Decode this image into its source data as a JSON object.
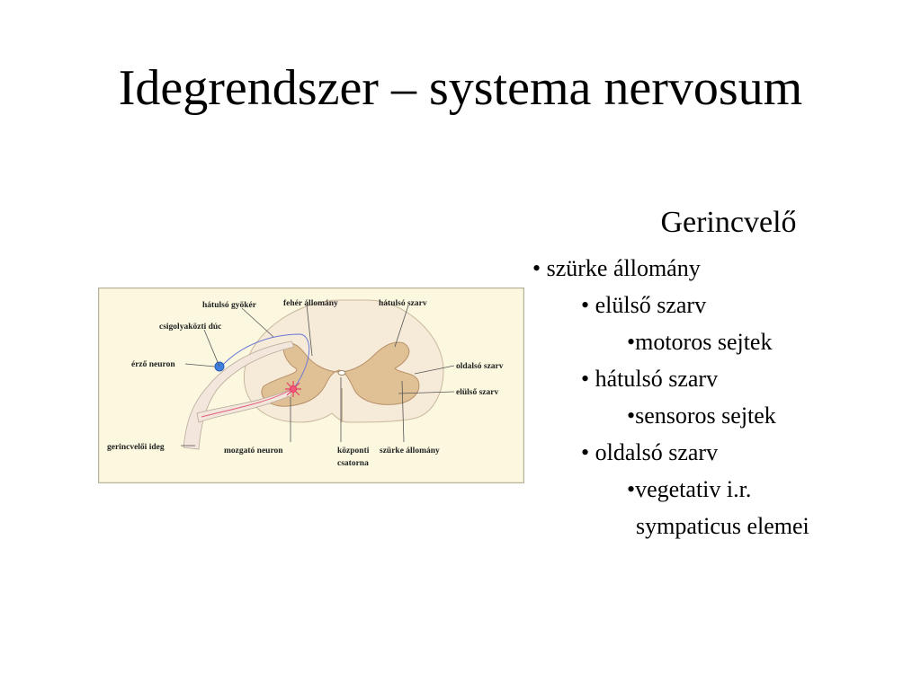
{
  "slide": {
    "title": "Idegrendszer – systema nervosum"
  },
  "diagram": {
    "labels": {
      "dorsal_root": "hátulsó gyökér",
      "white_matter": "fehér állomány",
      "dorsal_horn": "hátulsó szarv",
      "ganglion": "csigolyaközti dúc",
      "sensory_neuron": "érző neuron",
      "lateral_horn": "oldalsó szarv",
      "ventral_horn": "elülső szarv",
      "spinal_nerve": "gerincvelői ideg",
      "motor_neuron": "mozgató neuron",
      "central_canal_1": "központi",
      "central_canal_2": "csatorna",
      "grey_matter": "szürke állomány"
    },
    "colors": {
      "background": "#fbf8df",
      "border": "#b8b49a",
      "white_matter": "#f6ead9",
      "grey_matter": "#e0c195",
      "nerve": "#f3e6dc",
      "sensory_dot": "#3d7fe0",
      "motor_neuron": "#f05a78"
    }
  },
  "content": {
    "heading": "Gerincvelő",
    "items": [
      "• szürke állomány",
      "• elülső szarv",
      "•motoros sejtek",
      "• hátulsó szarv",
      "•sensoros sejtek",
      "• oldalsó szarv",
      "•vegetativ i.r.",
      "sympaticus elemei"
    ]
  }
}
